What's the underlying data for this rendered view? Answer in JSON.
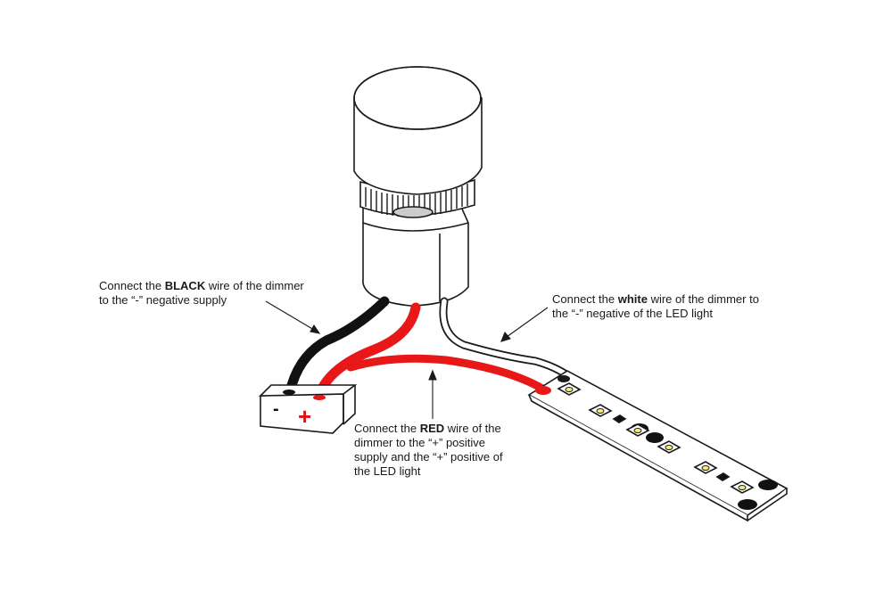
{
  "labels": {
    "black": {
      "pre": "Connect the ",
      "bold": "BLACK",
      "mid": " wire of the dimmer",
      "line2": "to the “-” negative supply"
    },
    "white": {
      "pre": "Connect the ",
      "bold": "white",
      "mid": " wire of the dimmer to",
      "line2": "the “-” negative of the LED light"
    },
    "red": {
      "pre": "Connect the ",
      "bold": "RED",
      "mid": " wire of the",
      "line2": "dimmer to the “+” positive",
      "line3": "supply and the “+” positive of",
      "line4": "the LED light"
    }
  },
  "battery": {
    "minus_symbol": "-",
    "plus_symbol": "+"
  },
  "colors": {
    "red_wire": "#e81818",
    "black_wire": "#111111",
    "white_wire": "#ffffff",
    "outline": "#1a1a1a",
    "plus": "#e01010"
  }
}
